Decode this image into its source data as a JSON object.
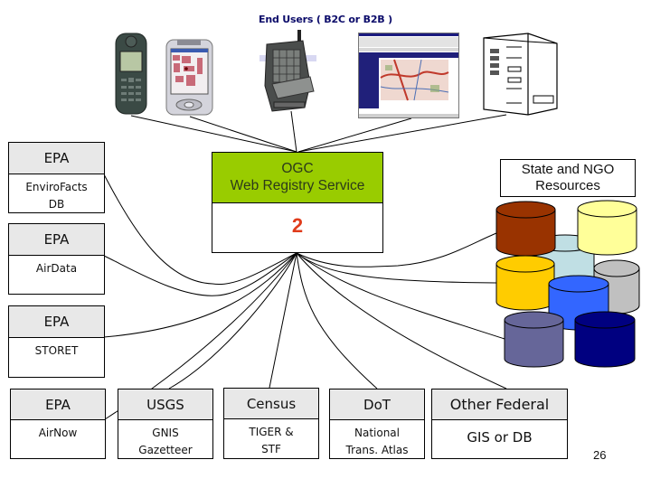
{
  "title": "End Users ( B2C or B2B )",
  "end_user_devices": [
    {
      "name": "mobile-phone",
      "label": "Mobile phone"
    },
    {
      "name": "pocket-pc",
      "label": "Pocket PC with map"
    },
    {
      "name": "palm-device",
      "label": "Handheld device with antenna"
    },
    {
      "name": "web-browser",
      "label": "Web browser map application"
    },
    {
      "name": "server-tower",
      "label": "Server tower"
    }
  ],
  "hub": {
    "title_line1": "OGC",
    "title_line2": "Web Registry Service",
    "number": "2",
    "header_color": "#99cc00",
    "number_color": "#e03c1c"
  },
  "state_ngo": {
    "line1": "State and NGO",
    "line2": "Resources"
  },
  "databases": [
    {
      "name": "brown",
      "color": "#993300"
    },
    {
      "name": "light-yellow",
      "color": "#ffff99"
    },
    {
      "name": "light-cyan",
      "color": "#c0dfe4"
    },
    {
      "name": "gold",
      "color": "#ffcc00"
    },
    {
      "name": "gray",
      "color": "#c0c0c0"
    },
    {
      "name": "blue",
      "color": "#3366ff"
    },
    {
      "name": "slate",
      "color": "#666699"
    },
    {
      "name": "navy",
      "color": "#000080"
    }
  ],
  "left_sources": [
    {
      "agency": "EPA",
      "line1": "EnviroFacts",
      "line2": "DB"
    },
    {
      "agency": "EPA",
      "line1": "AirData",
      "line2": ""
    },
    {
      "agency": "EPA",
      "line1": "STORET",
      "line2": ""
    }
  ],
  "bottom_sources": [
    {
      "agency": "EPA",
      "line1": "AirNow",
      "line2": ""
    },
    {
      "agency": "USGS",
      "line1": "GNIS",
      "line2": "Gazetteer"
    },
    {
      "agency": "Census",
      "line1": "TIGER &",
      "line2": "STF"
    },
    {
      "agency": "DoT",
      "line1": "National",
      "line2": "Trans. Atlas"
    },
    {
      "agency": "Other Federal",
      "line1": "GIS or DB",
      "line2": ""
    }
  ],
  "page_number": "26"
}
